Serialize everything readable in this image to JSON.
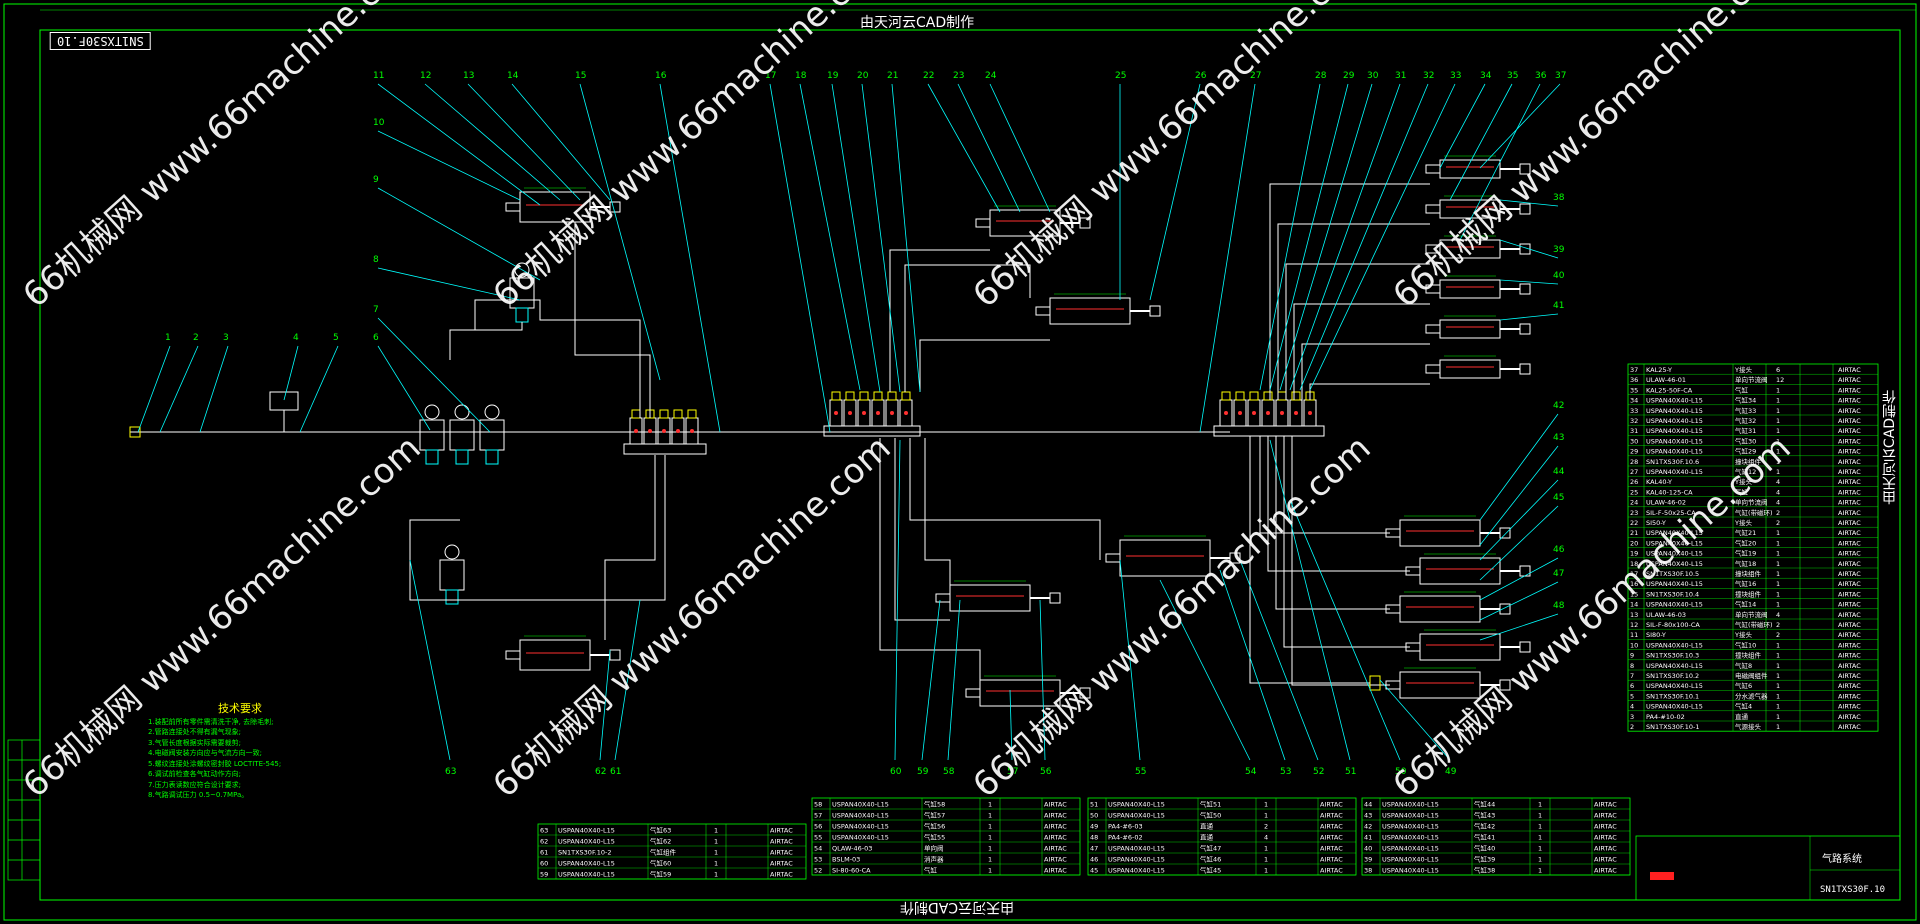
{
  "frame": {
    "title_top": "由天河云CAD制作",
    "title_bottom": "由天河云CAD制作",
    "title_right": "由天河云CAD制作",
    "drawing_number": "SN1TXS30F.10"
  },
  "watermark": {
    "text": "66机械网 www.66machine.com"
  },
  "callouts": [
    "1",
    "2",
    "3",
    "4",
    "5",
    "6",
    "7",
    "8",
    "9",
    "10",
    "11",
    "12",
    "13",
    "14",
    "15",
    "16",
    "17",
    "18",
    "19",
    "20",
    "21",
    "22",
    "23",
    "24",
    "25",
    "26",
    "27",
    "28",
    "29",
    "30",
    "31",
    "32",
    "33",
    "34",
    "35",
    "36",
    "37",
    "38",
    "39",
    "40",
    "41",
    "42",
    "43",
    "44",
    "45",
    "46",
    "47",
    "48",
    "49",
    "50",
    "51",
    "52",
    "53",
    "54",
    "55",
    "56",
    "57",
    "58",
    "59",
    "60",
    "61",
    "62",
    "63"
  ],
  "technical_notes": {
    "title": "技术要求",
    "lines": [
      "1.装配前所有零件需清洗干净, 去除毛刺;",
      "2.管路连接处不得有漏气现象;",
      "3.气管长度根据实际需要裁剪;",
      "4.电磁阀安装方向应与气流方向一致;",
      "5.螺纹连接处涂螺纹密封胶 LOCTITE-545;",
      "6.调试前检查各气缸动作方向;",
      "7.压力表读数应符合设计要求;",
      "8.气路调试压力 0.5~0.7MPa。"
    ]
  },
  "bom_right": {
    "rows": [
      [
        "37",
        "KAL25-Y",
        "Y接头",
        "6",
        "AIRTAC"
      ],
      [
        "36",
        "ULAW-46-01",
        "单向节流阀",
        "12",
        "AIRTAC"
      ],
      [
        "35",
        "KAL25-50F-CA",
        "气缸",
        "1",
        "AIRTAC"
      ],
      [
        "34",
        "USPAN40X40-L15",
        "气缸34",
        "1",
        "AIRTAC"
      ],
      [
        "33",
        "USPAN40X40-L15",
        "气缸33",
        "1",
        "AIRTAC"
      ],
      [
        "32",
        "USPAN40X40-L15",
        "气缸32",
        "1",
        "AIRTAC"
      ],
      [
        "31",
        "USPAN40X40-L15",
        "气缸31",
        "1",
        "AIRTAC"
      ],
      [
        "30",
        "USPAN40X40-L15",
        "气缸30",
        "1",
        "AIRTAC"
      ],
      [
        "29",
        "USPAN40X40-L15",
        "气缸29",
        "1",
        "AIRTAC"
      ],
      [
        "28",
        "SN1TXS30F.10.6",
        "撞块组件",
        "1",
        "AIRTAC"
      ],
      [
        "27",
        "USPAN40X40-L15",
        "气缸12",
        "1",
        "AIRTAC"
      ],
      [
        "26",
        "KAL40-Y",
        "Y接头",
        "4",
        "AIRTAC"
      ],
      [
        "25",
        "KAL40-125-CA",
        "气缸",
        "4",
        "AIRTAC"
      ],
      [
        "24",
        "ULAW-46-02",
        "单向节流阀",
        "4",
        "AIRTAC"
      ],
      [
        "23",
        "SIL-F-50x25-CA",
        "气缸(带磁环)",
        "2",
        "AIRTAC"
      ],
      [
        "22",
        "SI50-Y",
        "Y接头",
        "2",
        "AIRTAC"
      ],
      [
        "21",
        "USPAN40X40-L15",
        "气缸21",
        "1",
        "AIRTAC"
      ],
      [
        "20",
        "USPAN40X40-L15",
        "气缸20",
        "1",
        "AIRTAC"
      ],
      [
        "19",
        "USPAN40X40-L15",
        "气缸19",
        "1",
        "AIRTAC"
      ],
      [
        "18",
        "USPAN40X40-L15",
        "气缸18",
        "1",
        "AIRTAC"
      ],
      [
        "17",
        "SN1TXS30F.10.5",
        "撞块组件",
        "1",
        "AIRTAC"
      ],
      [
        "16",
        "USPAN40X40-L15",
        "气缸16",
        "1",
        "AIRTAC"
      ],
      [
        "15",
        "SN1TXS30F.10.4",
        "撞块组件",
        "1",
        "AIRTAC"
      ],
      [
        "14",
        "USPAN40X40-L15",
        "气缸14",
        "1",
        "AIRTAC"
      ],
      [
        "13",
        "ULAW-46-03",
        "单向节流阀",
        "4",
        "AIRTAC"
      ],
      [
        "12",
        "SIL-F-80x100-CA",
        "气缸(带磁环)",
        "2",
        "AIRTAC"
      ],
      [
        "11",
        "SI80-Y",
        "Y接头",
        "2",
        "AIRTAC"
      ],
      [
        "10",
        "USPAN40X40-L15",
        "气缸10",
        "1",
        "AIRTAC"
      ],
      [
        "9",
        "SN1TXS30F.10.3",
        "撞块组件",
        "1",
        "AIRTAC"
      ],
      [
        "8",
        "USPAN40X40-L15",
        "气缸8",
        "1",
        "AIRTAC"
      ],
      [
        "7",
        "SN1TXS30F.10.2",
        "电磁阀组件",
        "1",
        "AIRTAC"
      ],
      [
        "6",
        "USPAN40X40-L15",
        "气缸6",
        "1",
        "AIRTAC"
      ],
      [
        "5",
        "SN1TXS30F.10.1",
        "分水滤气器",
        "1",
        "AIRTAC"
      ],
      [
        "4",
        "USPAN40X40-L15",
        "气缸4",
        "1",
        "AIRTAC"
      ],
      [
        "3",
        "PA4-#10-02",
        "直通",
        "1",
        "AIRTAC"
      ],
      [
        "2",
        "SN1TXS30F.10-1",
        "气源接头",
        "1",
        "AIRTAC"
      ]
    ]
  },
  "bom_bottom": {
    "columns": [
      [
        [
          "63",
          "USPAN40X40-L15",
          "气缸63",
          "1",
          "AIRTAC"
        ],
        [
          "62",
          "USPAN40X40-L15",
          "气缸62",
          "1",
          "AIRTAC"
        ],
        [
          "61",
          "SN1TXS30F.10-2",
          "气缸组件",
          "1",
          "AIRTAC"
        ],
        [
          "60",
          "USPAN40X40-L15",
          "气缸60",
          "1",
          "AIRTAC"
        ],
        [
          "59",
          "USPAN40X40-L15",
          "气缸59",
          "1",
          "AIRTAC"
        ]
      ],
      [
        [
          "58",
          "USPAN40X40-L15",
          "气缸58",
          "1",
          "AIRTAC"
        ],
        [
          "57",
          "USPAN40X40-L15",
          "气缸57",
          "1",
          "AIRTAC"
        ],
        [
          "56",
          "USPAN40X40-L15",
          "气缸56",
          "1",
          "AIRTAC"
        ],
        [
          "55",
          "USPAN40X40-L15",
          "气缸55",
          "1",
          "AIRTAC"
        ],
        [
          "54",
          "QLAW-46-03",
          "单向阀",
          "1",
          "AIRTAC"
        ],
        [
          "53",
          "BSLM-03",
          "消声器",
          "1",
          "AIRTAC"
        ],
        [
          "52",
          "SI-80-60-CA",
          "气缸",
          "1",
          "AIRTAC"
        ]
      ],
      [
        [
          "51",
          "USPAN40X40-L15",
          "气缸51",
          "1",
          "AIRTAC"
        ],
        [
          "50",
          "USPAN40X40-L15",
          "气缸50",
          "1",
          "AIRTAC"
        ],
        [
          "49",
          "PA4-#6-03",
          "直通",
          "2",
          "AIRTAC"
        ],
        [
          "48",
          "PA4-#6-02",
          "直通",
          "4",
          "AIRTAC"
        ],
        [
          "47",
          "USPAN40X40-L15",
          "气缸47",
          "1",
          "AIRTAC"
        ],
        [
          "46",
          "USPAN40X40-L15",
          "气缸46",
          "1",
          "AIRTAC"
        ],
        [
          "45",
          "USPAN40X40-L15",
          "气缸45",
          "1",
          "AIRTAC"
        ]
      ],
      [
        [
          "44",
          "USPAN40X40-L15",
          "气缸44",
          "1",
          "AIRTAC"
        ],
        [
          "43",
          "USPAN40X40-L15",
          "气缸43",
          "1",
          "AIRTAC"
        ],
        [
          "42",
          "USPAN40X40-L15",
          "气缸42",
          "1",
          "AIRTAC"
        ],
        [
          "41",
          "USPAN40X40-L15",
          "气缸41",
          "1",
          "AIRTAC"
        ],
        [
          "40",
          "USPAN40X40-L15",
          "气缸40",
          "1",
          "AIRTAC"
        ],
        [
          "39",
          "USPAN40X40-L15",
          "气缸39",
          "1",
          "AIRTAC"
        ],
        [
          "38",
          "USPAN40X40-L15",
          "气缸38",
          "1",
          "AIRTAC"
        ]
      ]
    ]
  },
  "title_block": {
    "name": "气路系统",
    "code": "SN1TXS30F.10"
  }
}
